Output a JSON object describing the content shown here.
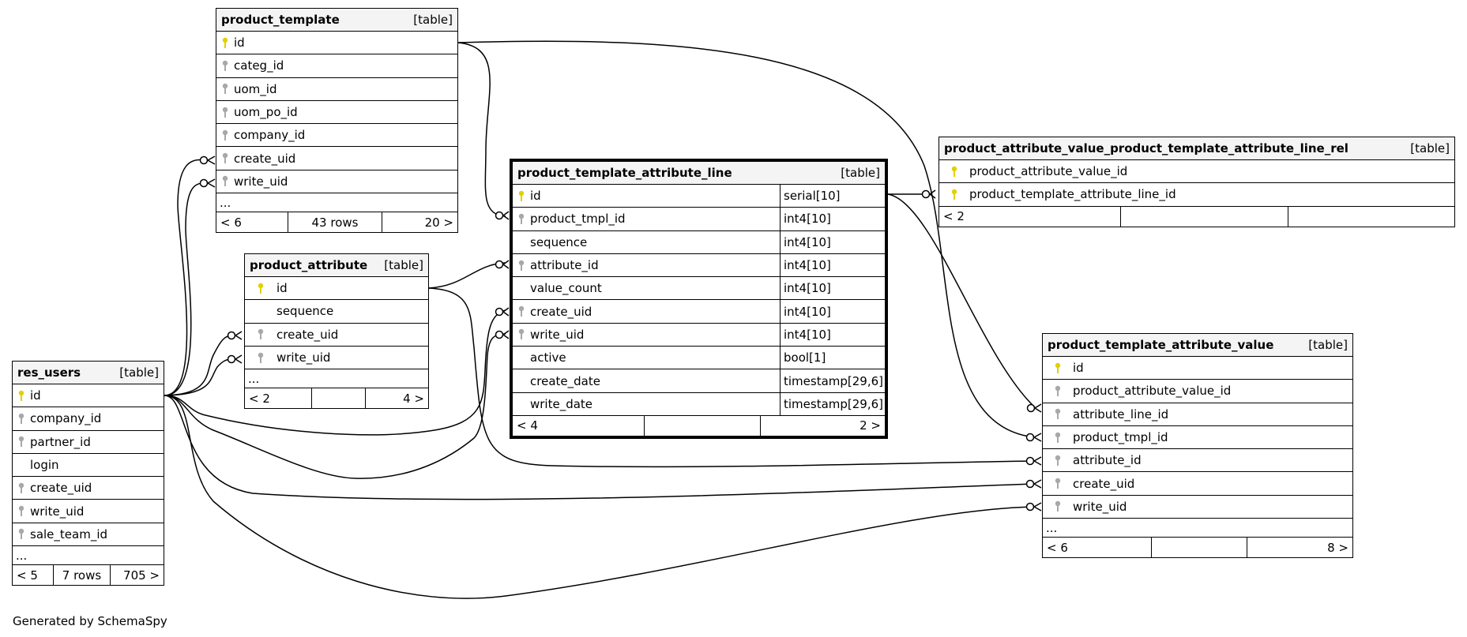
{
  "tables": {
    "product_template": {
      "name": "product_template",
      "tag": "[table]",
      "columns": [
        "id",
        "categ_id",
        "uom_id",
        "uom_po_id",
        "company_id",
        "create_uid",
        "write_uid"
      ],
      "more": "...",
      "footer": {
        "left": "< 6",
        "mid": "43 rows",
        "right": "20 >"
      }
    },
    "product_attribute": {
      "name": "product_attribute",
      "tag": "[table]",
      "columns": [
        "id",
        "sequence",
        "create_uid",
        "write_uid"
      ],
      "more": "...",
      "footer": {
        "left": "< 2",
        "mid": "",
        "right": "4 >"
      }
    },
    "res_users": {
      "name": "res_users",
      "tag": "[table]",
      "columns": [
        "id",
        "company_id",
        "partner_id",
        "login",
        "create_uid",
        "write_uid",
        "sale_team_id"
      ],
      "more": "...",
      "footer": {
        "left": "< 5",
        "mid": "7 rows",
        "right": "705 >"
      }
    },
    "ptal": {
      "name": "product_template_attribute_line",
      "tag": "[table]",
      "columns": [
        "id",
        "product_tmpl_id",
        "sequence",
        "attribute_id",
        "value_count",
        "create_uid",
        "write_uid",
        "active",
        "create_date",
        "write_date"
      ],
      "types": [
        "serial[10]",
        "int4[10]",
        "int4[10]",
        "int4[10]",
        "int4[10]",
        "int4[10]",
        "int4[10]",
        "bool[1]",
        "timestamp[29,6]",
        "timestamp[29,6]"
      ],
      "footer": {
        "left": "< 4",
        "mid": "",
        "right": "2 >"
      }
    },
    "pav_rel": {
      "name": "product_attribute_value_product_template_attribute_line_rel",
      "tag": "[table]",
      "columns": [
        "product_attribute_value_id",
        "product_template_attribute_line_id"
      ],
      "footer": {
        "left": "< 2",
        "mid": "",
        "right": ""
      }
    },
    "ptav": {
      "name": "product_template_attribute_value",
      "tag": "[table]",
      "columns": [
        "id",
        "product_attribute_value_id",
        "attribute_line_id",
        "product_tmpl_id",
        "attribute_id",
        "create_uid",
        "write_uid"
      ],
      "more": "...",
      "footer": {
        "left": "< 6",
        "mid": "",
        "right": "8 >"
      }
    }
  },
  "generated_by": "Generated by SchemaSpy",
  "colors": {
    "primary_key": "#e3d000",
    "foreign_key": "#a8a8a8",
    "header_bg": "#f4f4f4",
    "line": "#000000"
  }
}
